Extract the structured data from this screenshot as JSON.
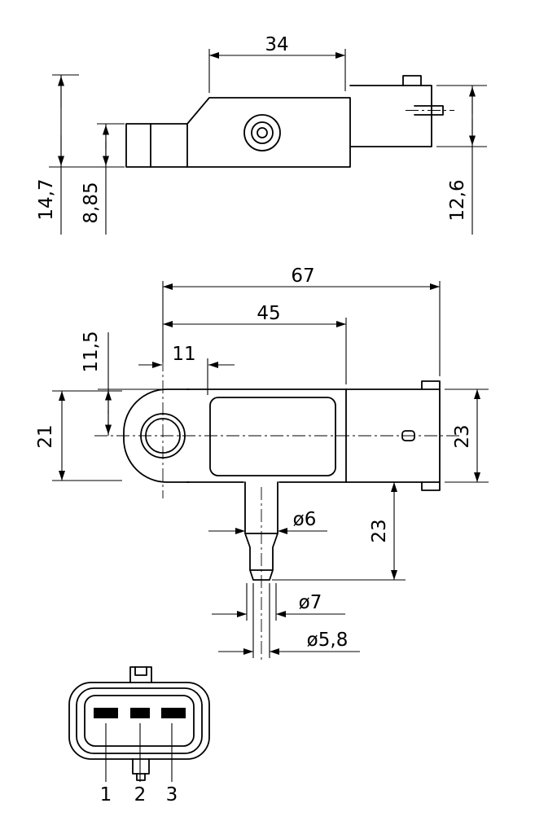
{
  "drawing": {
    "title": "pressure-sensor-dimension-drawing",
    "top_view": {
      "width": "34",
      "height_total": "14,7",
      "height_flange": "8,85",
      "height_connector": "12,6"
    },
    "front_view": {
      "width_total": "67",
      "width_body": "45",
      "hole_offset_x": "11",
      "hole_offset_y": "11,5",
      "flange_height": "21",
      "connector_height": "23",
      "port_length": "23",
      "port_dia_outer": "ø6",
      "port_dia_barb": "ø7",
      "port_dia_tip": "ø5,8"
    },
    "connector_view": {
      "pin_labels": [
        "1",
        "2",
        "3"
      ]
    }
  },
  "colors": {
    "line": "#000000",
    "background": "#ffffff"
  }
}
